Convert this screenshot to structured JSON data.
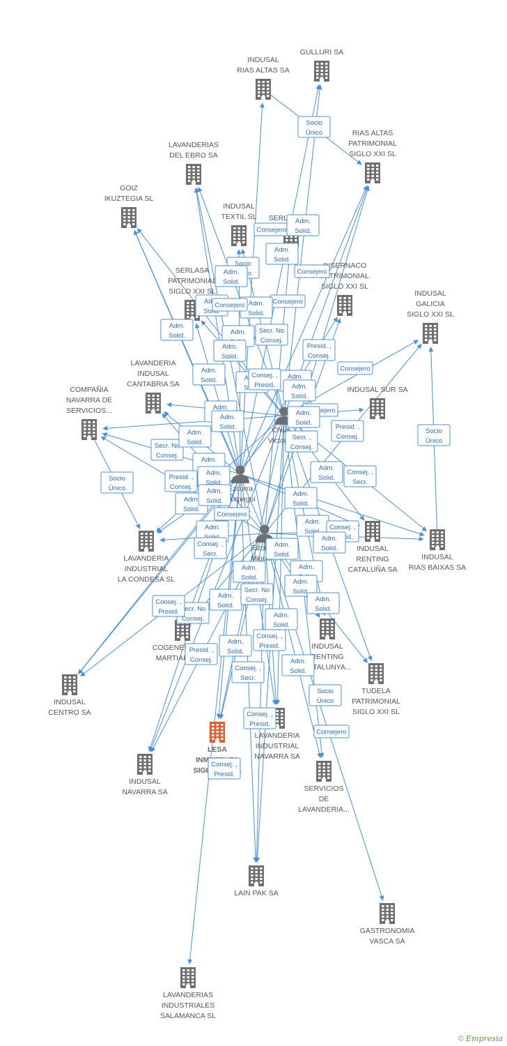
{
  "colors": {
    "edge": "#4a8fdc",
    "company": "#6f6f6f",
    "focus": "#f05a28",
    "person": "#6f6f6f"
  },
  "footer": {
    "copyright": "©",
    "brand": "Empresia"
  },
  "nodes": [
    {
      "id": "n1",
      "type": "company",
      "lines": [
        "GULLURI SA"
      ]
    },
    {
      "id": "n2",
      "type": "company",
      "lines": [
        "INDUSAL",
        "RIAS ALTAS SA"
      ]
    },
    {
      "id": "n3",
      "type": "company",
      "lines": [
        "RIAS ALTAS",
        "PATRIMONIAL",
        "SIGLO XXI SL"
      ]
    },
    {
      "id": "n4",
      "type": "company",
      "lines": [
        "LAVANDERIAS",
        "DEL EBRO SA"
      ]
    },
    {
      "id": "n5",
      "type": "company",
      "lines": [
        "GOIZ",
        "IKUZTEGIA SL"
      ]
    },
    {
      "id": "n6",
      "type": "company",
      "lines": [
        "INDUSAL",
        "TEXTIL SL"
      ]
    },
    {
      "id": "n7",
      "type": "company",
      "lines": [
        "SERLASA SA"
      ]
    },
    {
      "id": "n8",
      "type": "company",
      "lines": [
        "SERLASA",
        "PATRIMONIAL",
        "SIGLO XXI SL"
      ]
    },
    {
      "id": "n9",
      "type": "company",
      "lines": [
        "INSERNACO",
        "PATRIMONIAL",
        "SIGLO XXI SL"
      ]
    },
    {
      "id": "n10",
      "type": "company",
      "lines": [
        "INDUSAL",
        "GALICIA",
        "SIGLO XXI SL"
      ]
    },
    {
      "id": "n11",
      "type": "company",
      "lines": [
        "LAVANDERIA",
        "INDUSAL",
        "CANTABRIA SA"
      ]
    },
    {
      "id": "n12",
      "type": "company",
      "lines": [
        "COMPAÑIA",
        "NAVARRA DE",
        "SERVICIOS..."
      ]
    },
    {
      "id": "n13",
      "type": "company",
      "lines": [
        "INDUSAL SUR SA"
      ]
    },
    {
      "id": "n14",
      "type": "company",
      "lines": [
        "LAVANDERIA",
        "INDUSTRIAL",
        "LA CONDESA SL"
      ]
    },
    {
      "id": "n15",
      "type": "company",
      "lines": [
        "INDUSAL",
        "RENTING",
        "CATALUÑA SA"
      ]
    },
    {
      "id": "n16",
      "type": "company",
      "lines": [
        "INDUSAL",
        "RIAS BAIXAS SA"
      ]
    },
    {
      "id": "n17",
      "type": "company",
      "lines": [
        "COGENERACION",
        "MARTIARTU SL"
      ]
    },
    {
      "id": "n18",
      "type": "company",
      "lines": [
        "INDUSAL",
        "RENTING",
        "CATALUNYA..."
      ]
    },
    {
      "id": "n19",
      "type": "company",
      "lines": [
        "TUDELA",
        "PATRIMONIAL",
        "SIGLO XXI SL"
      ]
    },
    {
      "id": "n20",
      "type": "company",
      "lines": [
        "INDUSAL",
        "CENTRO SA"
      ]
    },
    {
      "id": "n21",
      "type": "focus",
      "lines": [
        "LESA",
        "INMUEBLES",
        "SIGLO XXI SL"
      ]
    },
    {
      "id": "n22",
      "type": "company",
      "lines": [
        "LAVANDERIA",
        "INDUSTRIAL",
        "NAVARRA SA"
      ]
    },
    {
      "id": "n23",
      "type": "company",
      "lines": [
        "INDUSAL",
        "NAVARRA SA"
      ]
    },
    {
      "id": "n24",
      "type": "company",
      "lines": [
        "SERVICIOS",
        "DE",
        "LAVANDERIA..."
      ]
    },
    {
      "id": "n25",
      "type": "company",
      "lines": [
        "LAIN PAK SA"
      ]
    },
    {
      "id": "n26",
      "type": "company",
      "lines": [
        "GASTRONOMIA",
        "VASCA SA"
      ]
    },
    {
      "id": "n27",
      "type": "company",
      "lines": [
        "LAVANDERIAS",
        "INDUSTRIALES",
        "SALAMANCA SL"
      ]
    },
    {
      "id": "p1",
      "type": "person",
      "lines": [
        "Chiva...",
        "Victoriano"
      ]
    },
    {
      "id": "p2",
      "type": "person",
      "lines": [
        "Ezcurra",
        "Gurpegui",
        "Jose..."
      ]
    },
    {
      "id": "p3",
      "type": "person",
      "lines": [
        "Ezcurra",
        "Miguel..."
      ]
    }
  ],
  "edge_labels": [
    [
      "Socio",
      "Único"
    ],
    [
      "Consejero"
    ],
    [
      "Adm.",
      "Solid."
    ],
    [
      "Adm.",
      "Solid."
    ],
    [
      "Socio",
      "Único"
    ],
    [
      "Adm.",
      "Solid."
    ],
    [
      "Consejero"
    ],
    [
      "Adm.",
      "Solid."
    ],
    [
      "Consejero"
    ],
    [
      "Adm.",
      "Solid."
    ],
    [
      "Adm.",
      "Solid."
    ],
    [
      "Adm.",
      "Solid."
    ],
    [
      "Secr.  No",
      "Consej."
    ],
    [
      "Adm.",
      "Solid."
    ],
    [
      "Presid. ,",
      "Consej."
    ],
    [
      "Consejero"
    ],
    [
      "Adm.",
      "Solid."
    ],
    [
      "Adm.",
      "Solid."
    ],
    [
      "Adm.",
      "Solid."
    ],
    [
      "Consej. ,",
      "Presid."
    ],
    [
      "Adm.",
      "Solid."
    ],
    [
      "Adm.",
      "Solid."
    ],
    [
      "Consejero"
    ],
    [
      "Adm.",
      "Solid."
    ],
    [
      "Presid. ,",
      "Consej."
    ],
    [
      "Secr. ,",
      "Consej."
    ],
    [
      "Socio",
      "Único"
    ],
    [
      "Secr.  No",
      "Consej."
    ],
    [
      "Adm.",
      "Solid."
    ],
    [
      "Adm.",
      "Solid."
    ],
    [
      "Presid. ,",
      "Consej."
    ],
    [
      "Adm.",
      "Solid."
    ],
    [
      "Consej. ,",
      "Secr."
    ],
    [
      "Socio",
      "Único"
    ],
    [
      "Adm.",
      "Solid."
    ],
    [
      "Adm.",
      "Solid."
    ],
    [
      "Adm.",
      "Solid."
    ],
    [
      "Consejero"
    ],
    [
      "Adm.",
      "Solid."
    ],
    [
      "Adm.",
      "Solid."
    ],
    [
      "Consej. ,",
      "Presid."
    ],
    [
      "Adm.",
      "Solid."
    ],
    [
      "Consej. ,",
      "Secr."
    ],
    [
      "Adm.",
      "Solid."
    ],
    [
      "Adm.",
      "Solid."
    ],
    [
      "Adm.",
      "Solid."
    ],
    [
      "Secr.  No",
      "Consej."
    ],
    [
      "Adm.",
      "Solid."
    ],
    [
      "Consej. ,",
      "Presid."
    ],
    [
      "Adm.",
      "Solid."
    ],
    [
      "Adm.",
      "Solid."
    ],
    [
      "Secr.  No",
      "Consej."
    ],
    [
      "Adm.",
      "Solid."
    ],
    [
      "Presid. ,",
      "Consej."
    ],
    [
      "Adm.",
      "Solid."
    ],
    [
      "Consej. ,",
      "Presid."
    ],
    [
      "Adm.",
      "Solid."
    ],
    [
      "Consej. ,",
      "Secr."
    ],
    [
      "Socio",
      "Único"
    ],
    [
      "Consej. ,",
      "Presid."
    ],
    [
      "Consejero"
    ],
    [
      "Consej. ,",
      "Presid."
    ],
    [
      "Adm.",
      "Solid."
    ],
    [
      "Consejero"
    ],
    [
      "Adm.",
      "Solid."
    ]
  ]
}
